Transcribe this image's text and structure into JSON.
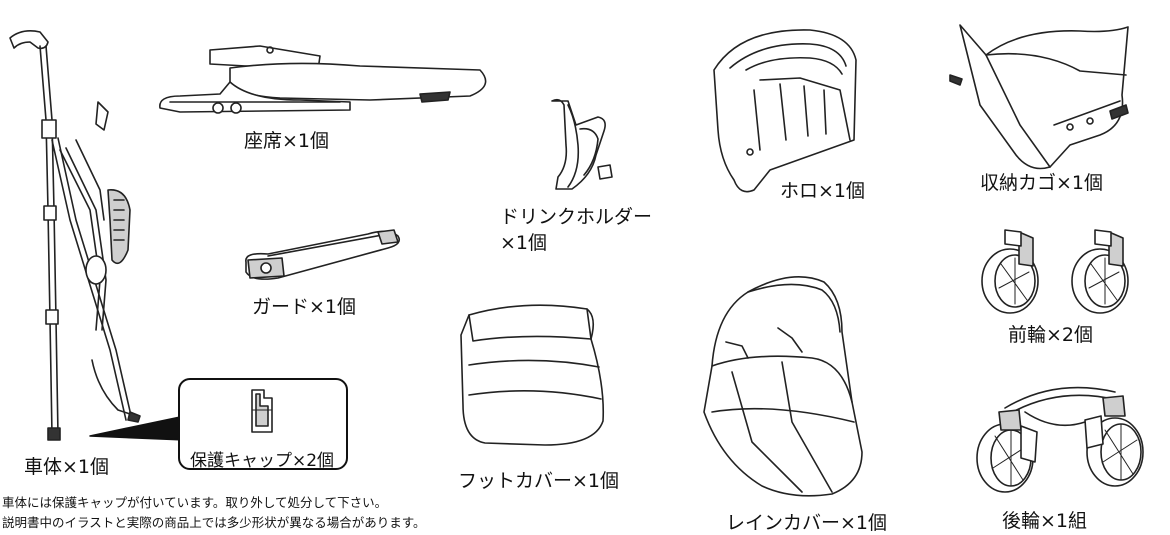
{
  "parts": {
    "body": "車体×1個",
    "seat": "座席×1個",
    "guard": "ガード×1個",
    "drink_holder_line1": "ドリンクホルダー",
    "drink_holder_line2": "×1個",
    "foot_cover": "フットカバー×1個",
    "canopy": "ホロ×1個",
    "rain_cover": "レインカバー×1個",
    "basket": "収納カゴ×1個",
    "front_wheels": "前輪×2個",
    "rear_wheels": "後輪×1組",
    "protective_cap": "保護キャップ×2個"
  },
  "notes": [
    "車体には保護キャップが付いています。取り外して処分して下さい。",
    "説明書中のイラストと実際の商品上では多少形状が異なる場合があります。"
  ]
}
